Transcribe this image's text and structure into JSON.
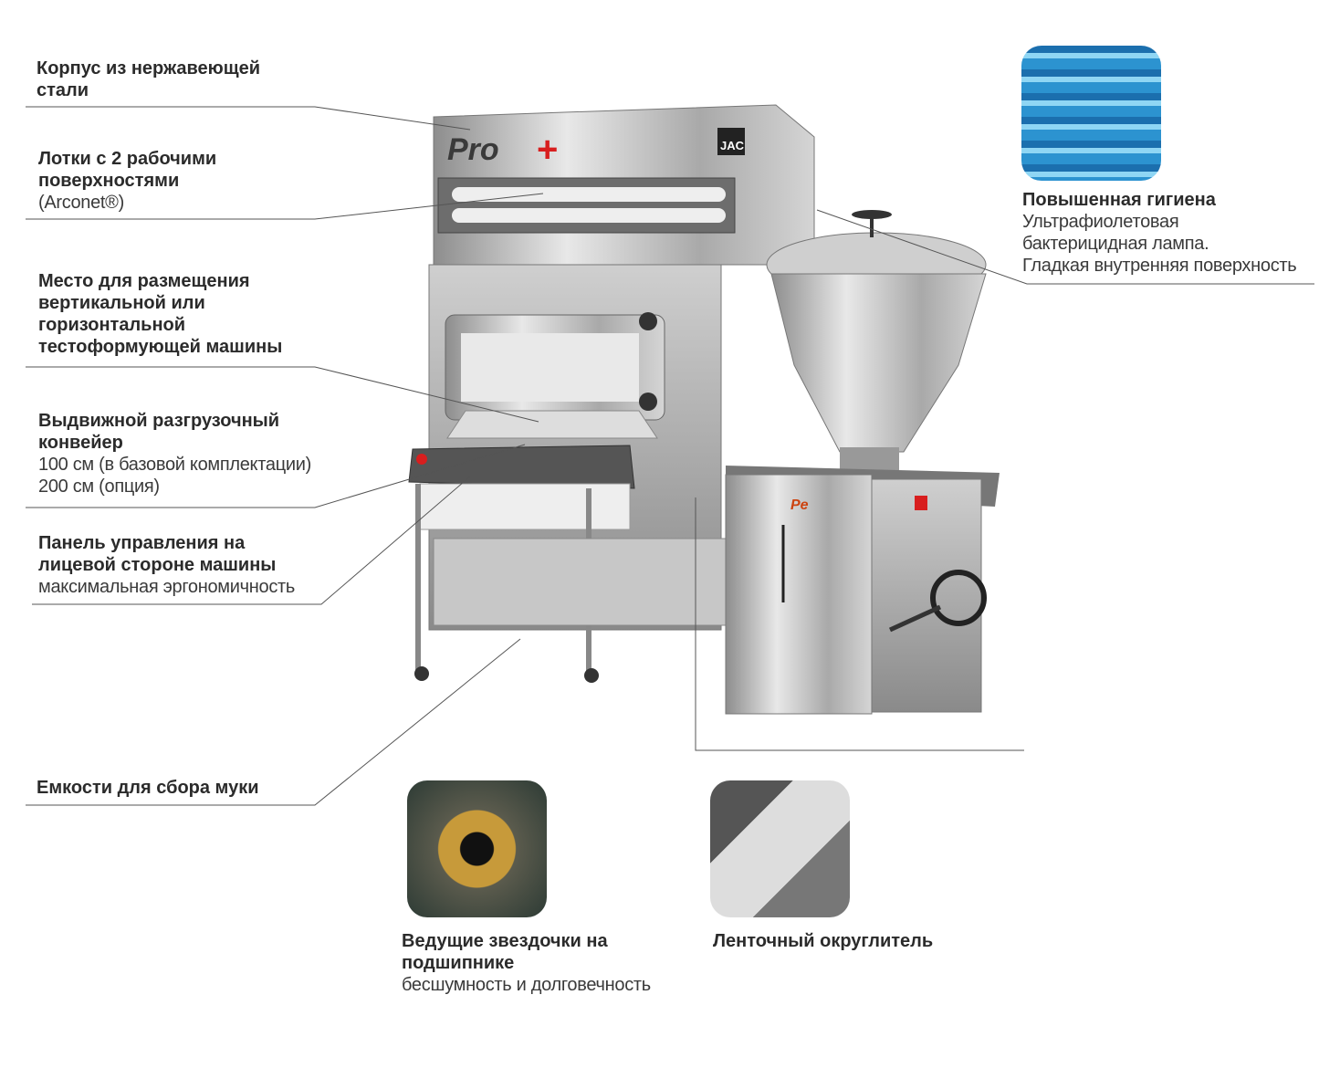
{
  "callouts": [
    {
      "title": "Корпус  из  нержавеющей\nстали",
      "subtitle": ""
    },
    {
      "title": "Лотки с 2 рабочими\nповерхностями",
      "subtitle": "(Arconet®)"
    },
    {
      "title": "Место для  размещения\nвертикальной или\nгоризонтальной\nтестоформующей  машины",
      "subtitle": ""
    },
    {
      "title": "Выдвижной   разгрузочный\nконвейер",
      "subtitle": "100 см (в базовой комплектации)\n200 см (опция)"
    },
    {
      "title": "Панель  управления на\nлицевой стороне машины",
      "subtitle": "максимальная эргономичность"
    },
    {
      "title": "Емкости  для сбора муки",
      "subtitle": ""
    },
    {
      "title": "Повышенная гигиена",
      "subtitle": "Ультрафиолетовая\nбактерицидная лампа.\nГладкая внутренняя поверхность"
    },
    {
      "title": "Ведущие звездочки на\nподшипнике",
      "subtitle": "бесшумность и долговечность"
    },
    {
      "title": "Ленточный округлитель",
      "subtitle": ""
    }
  ],
  "logos": {
    "main": "Pro+",
    "brand": "JAC",
    "divider": "Pe"
  },
  "colors": {
    "accent": "#d81e1e",
    "steel": "#b9b9b9",
    "uv": "#2a8fc9"
  }
}
